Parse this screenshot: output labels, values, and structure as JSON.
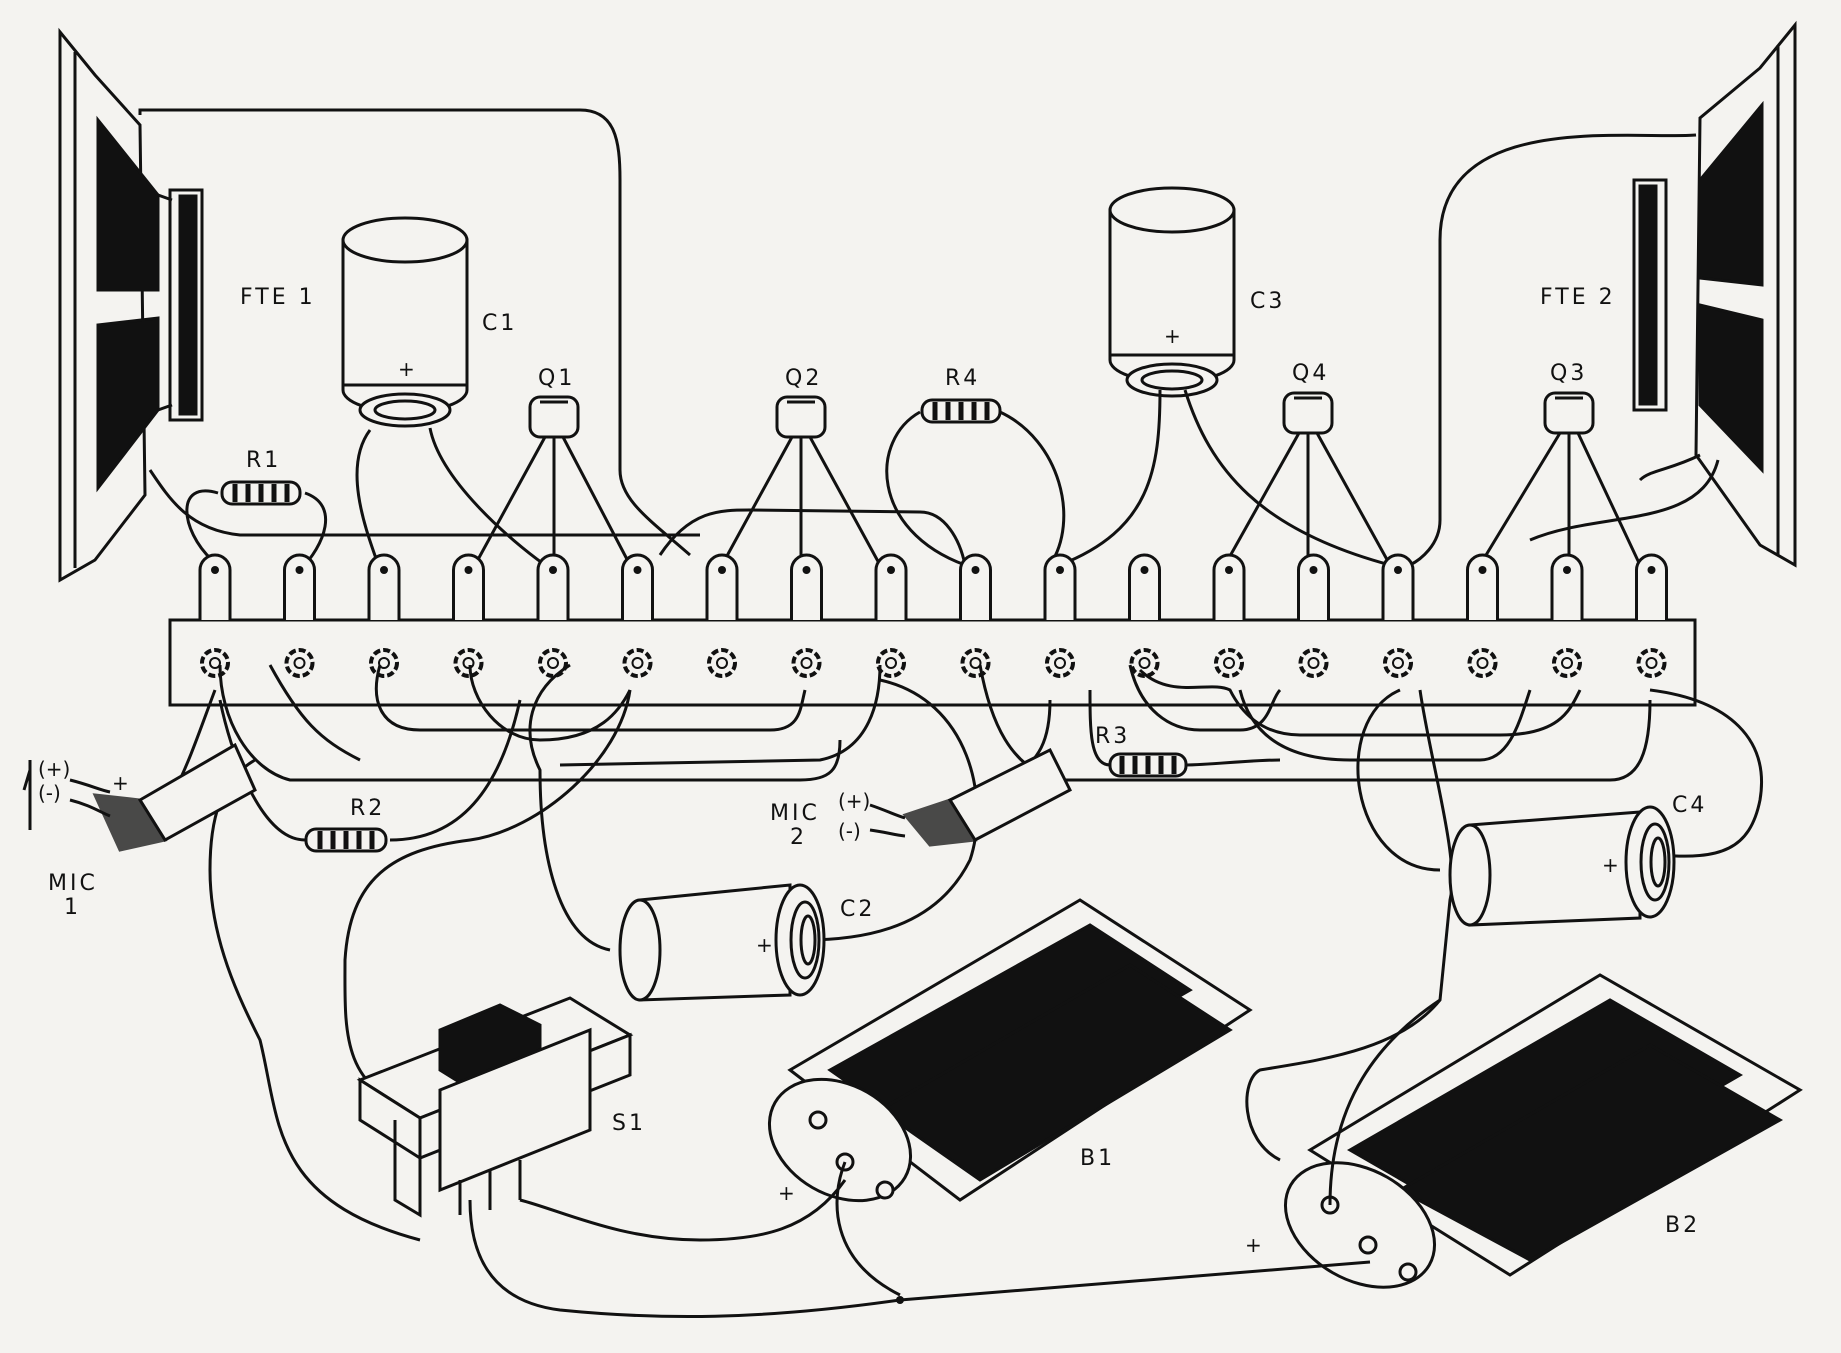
{
  "labels": {
    "fte1": "FTE 1",
    "fte2": "FTE 2",
    "c1": "C1",
    "c2": "C2",
    "c3": "C3",
    "c4": "C4",
    "q1": "Q1",
    "q2": "Q2",
    "q3": "Q3",
    "q4": "Q4",
    "r1": "R1",
    "r2": "R2",
    "r3": "R3",
    "r4": "R4",
    "s1": "S1",
    "b1": "B1",
    "b2": "B2",
    "mic1_line1": "MIC",
    "mic1_line2": "1",
    "mic1_plus": "(+)",
    "mic1_minus": "(-)",
    "mic2_line1": "MIC",
    "mic2_line2": "2",
    "mic2_plus": "(+)",
    "mic2_minus": "(-)",
    "plus": "+"
  },
  "colors": {
    "ink": "#111111",
    "paper": "#f4f3f0"
  }
}
